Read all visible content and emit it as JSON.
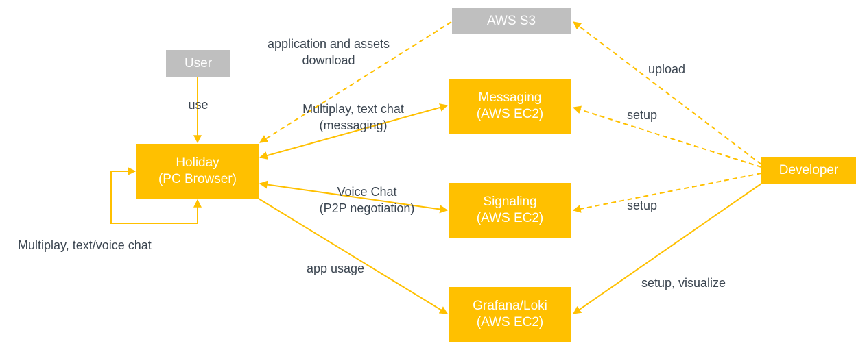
{
  "colors": {
    "accent": "#FFC000",
    "gray_node": "#BFBFBF",
    "label_text": "#3C4651",
    "node_text": "#FFFFFF"
  },
  "nodes": {
    "aws_s3": "AWS S3",
    "user": "User",
    "holiday": {
      "line1": "Holiday",
      "line2": "(PC Browser)"
    },
    "messaging": {
      "line1": "Messaging",
      "line2": "(AWS EC2)"
    },
    "signaling": {
      "line1": "Signaling",
      "line2": "(AWS EC2)"
    },
    "grafana": {
      "line1": "Grafana/Loki",
      "line2": "(AWS EC2)"
    },
    "developer": "Developer"
  },
  "edge_labels": {
    "download": {
      "line1": "application and assets",
      "line2": "download"
    },
    "use": "use",
    "multiplay_text": {
      "line1": "Multiplay, text chat",
      "line2": "(messaging)"
    },
    "voice_chat": {
      "line1": "Voice Chat",
      "line2": "(P2P negotiation)"
    },
    "self_loop": "Multiplay, text/voice chat",
    "app_usage": "app usage",
    "upload": "upload",
    "setup_messaging": "setup",
    "setup_signaling": "setup",
    "setup_visualize": "setup, visualize"
  }
}
